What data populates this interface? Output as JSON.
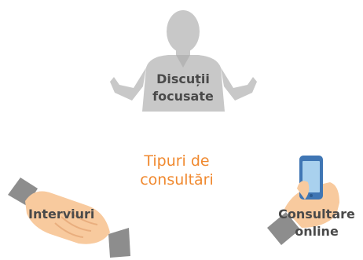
{
  "center": {
    "line1": "Tipuri de",
    "line2": "consultări",
    "color": "#f0892f"
  },
  "nodes": {
    "focus": {
      "line1": "Discuții",
      "line2": "focusate",
      "icon": "speaker-silhouette-icon"
    },
    "interviews": {
      "label": "Interviuri",
      "icon": "handshake-icon"
    },
    "online": {
      "line1": "Consultare",
      "line2": "online",
      "icon": "smartphone-hand-icon"
    }
  },
  "colors": {
    "silhouette": "#c8c8c8",
    "skin": "#f8ca9e",
    "sleeve": "#8d8d8d",
    "phone": "#3f76b4",
    "screen": "#a9d1ee",
    "text": "#4a4a4a"
  }
}
